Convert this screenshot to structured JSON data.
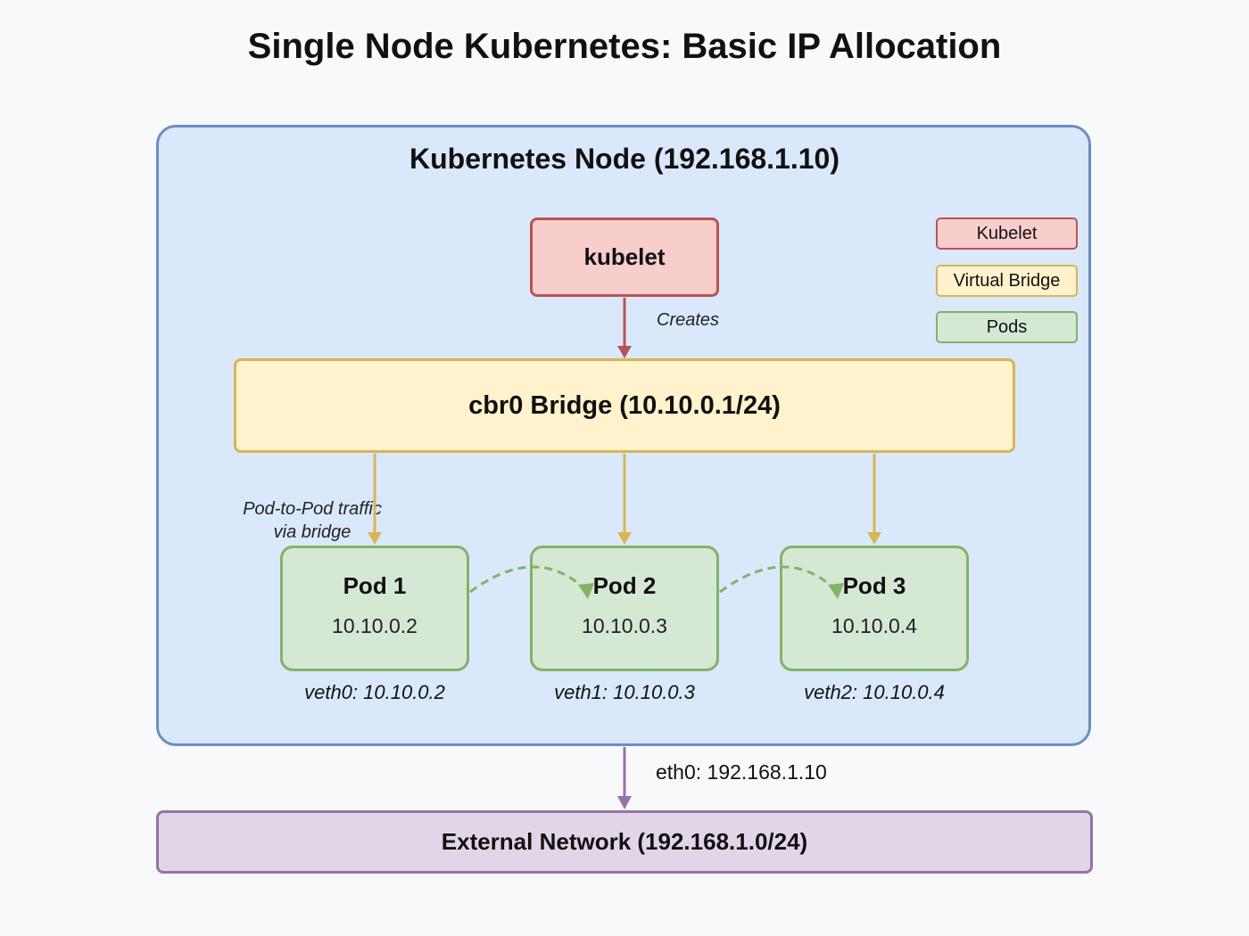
{
  "title": "Single Node Kubernetes: Basic IP Allocation",
  "node": {
    "label": "Kubernetes Node (192.168.1.10)"
  },
  "kubelet": {
    "label": "kubelet"
  },
  "creates_label": "Creates",
  "bridge": {
    "label": "cbr0 Bridge (10.10.0.1/24)"
  },
  "pod_to_pod_label": {
    "line1": "Pod-to-Pod traffic",
    "line2": "via bridge"
  },
  "pods": [
    {
      "name": "Pod 1",
      "ip": "10.10.0.2",
      "veth": "veth0: 10.10.0.2"
    },
    {
      "name": "Pod 2",
      "ip": "10.10.0.3",
      "veth": "veth1: 10.10.0.3"
    },
    {
      "name": "Pod 3",
      "ip": "10.10.0.4",
      "veth": "veth2: 10.10.0.4"
    }
  ],
  "legend": {
    "kubelet": "Kubelet",
    "bridge": "Virtual Bridge",
    "pods": "Pods"
  },
  "eth0_label": "eth0: 192.168.1.10",
  "external": {
    "label": "External Network (192.168.1.0/24)"
  },
  "colors": {
    "kubelet_fill": "#f8cecc",
    "kubelet_stroke": "#b85450",
    "bridge_fill": "#fff2cc",
    "bridge_stroke": "#d6b656",
    "pod_fill": "#d5e8d4",
    "pod_stroke": "#82b366",
    "node_fill": "#dae8fc",
    "node_stroke": "#6c8ebf",
    "external_fill": "#e1d5e7",
    "external_stroke": "#9673a6"
  }
}
